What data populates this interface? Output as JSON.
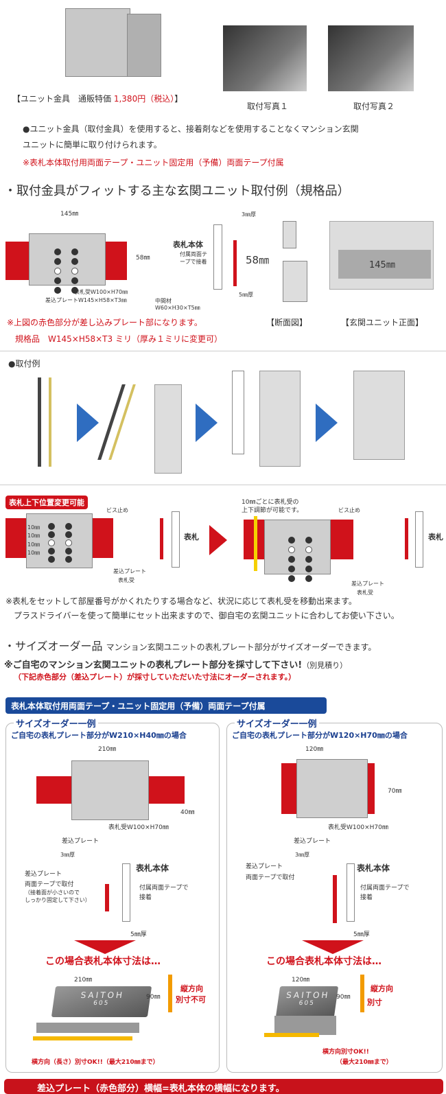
{
  "top": {
    "price_label": "【ユニット金具　通販特価",
    "price": "1,380円（税込）",
    "price_close": "】",
    "photo1": "取付写真１",
    "photo2": "取付写真２",
    "desc1": "●ユニット金具（取付金具）を使用すると、接着剤などを使用することなくマンション玄関",
    "desc2": "ユニットに簡単に取り付けられます。",
    "note": "※表札本体取付用両面テープ・ユニット固定用（予備）両面テープ付属"
  },
  "std": {
    "heading": "・取付金具がフィットする主な玄関ユニット取付例（規格品）",
    "w145": "145㎜",
    "h58": "58㎜",
    "receiver": "表札受W100×H70㎜",
    "plate": "差込プレートW145×H58×T3㎜",
    "body": "表札本体",
    "tape": "付属両面テープで接着",
    "t3": "3㎜厚",
    "t5": "5㎜厚",
    "mid1": "中間材",
    "mid2": "W60×H30×T5㎜",
    "h58big": "58㎜",
    "w145big": "145㎜",
    "section_label": "【断面図】",
    "front_label": "【玄関ユニット正面】",
    "note1": "※上図の赤色部分が差し込みプレート部になります。",
    "note2": "規格品　W145×H58×T3 ミリ（厚み１ミリに変更可）"
  },
  "example": {
    "title": "●取付例"
  },
  "adjust": {
    "badge": "表札上下位置変更可能",
    "screw": "ビス止め",
    "mm10": "10㎜",
    "plate": "差込プレート",
    "receiver": "表札受",
    "sign": "表札",
    "tip1": "10㎜ごとに表札受の",
    "tip2": "上下調節が可能です。",
    "note1": "※表札をセットして部屋番号がかくれたりする場合など、状況に応じて表札受を移動出来ます。",
    "note2": "プラスドライバーを使って簡単にセット出来ますので、御自宅の玄関ユニットに合わしてお使い下さい。"
  },
  "order": {
    "heading": "・サイズオーダー品",
    "heading_sub": "マンション玄関ユニットの表札プレート部分がサイズオーダーできます。",
    "bold": "※ご自宅のマンション玄関ユニットの表札プレート部分を採寸して下さい!",
    "estimate": "（別見積り）",
    "red": "（下記赤色部分（差込プレート）が採寸していただいた寸法にオーダーされます。）",
    "bar": "表札本体取付用両面テープ・ユニット固定用（予備）両面テープ付属",
    "panels": [
      {
        "title": "サイズオーダー一例",
        "sub": "ご自宅の表札プレート部分がW210×H40㎜の場合",
        "w": "210㎜",
        "h": "40㎜",
        "receiver": "表札受W100×H70㎜",
        "plate": "差込プレート",
        "t3": "3㎜厚",
        "plate2": "差込プレート",
        "tape1": "両面テープで取付",
        "tape2": "（接着面が小さいので",
        "tape3": "しっかり固定して下さい）",
        "body": "表札本体",
        "attach1": "付属両面テープで",
        "attach2": "接着",
        "t5": "5㎜厚",
        "result": "この場合表札本体寸法は…",
        "sw": "210㎜",
        "sh": "90㎜",
        "name": "SAITOH",
        "room": "605",
        "v1": "縦方向",
        "v2": "別寸不可",
        "horiz": "横方向（長さ）別寸OK!!（最大210㎜まで）",
        "horiz2": ""
      },
      {
        "title": "サイズオーダー一例",
        "sub": "ご自宅の表札プレート部分がW120×H70㎜の場合",
        "w": "120㎜",
        "h": "70㎜",
        "receiver": "表札受W100×H70㎜",
        "plate": "差込プレート",
        "t3": "3㎜厚",
        "plate2": "差込プレート",
        "tape1": "両面テープで取付",
        "tape2": "",
        "tape3": "",
        "body": "表札本体",
        "attach1": "付属両面テープで",
        "attach2": "接着",
        "t5": "5㎜厚",
        "result": "この場合表札本体寸法は…",
        "sw": "120㎜",
        "sh": "90㎜",
        "name": "SAITOH",
        "room": "605",
        "v1": "縦方向",
        "v2": "別寸",
        "horiz": "横方向別寸OK!!",
        "horiz2": "（最大210㎜まで）"
      }
    ]
  },
  "footer": "差込プレート（赤色部分）横幅=表札本体の横幅になります。",
  "colors": {
    "red": "#d0121b",
    "blue": "#1a4a9a",
    "arrow": "#2f6dc0"
  }
}
